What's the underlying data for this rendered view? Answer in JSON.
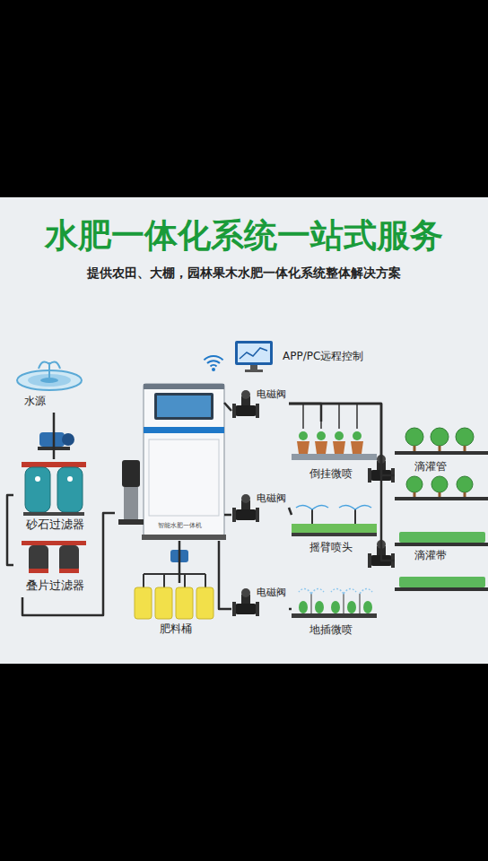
{
  "diagram": {
    "title": "水肥一体化系统一站式服务",
    "nodes": [
      {
        "text": [
          "水源"
        ]
      },
      {
        "text": [
          "砂石过滤器"
        ]
      },
      {
        "text": [
          "叠片过滤器"
        ]
      },
      {
        "text": [
          "智能水肥一体机"
        ]
      },
      {
        "text": [
          "肥料桶"
        ]
      },
      {
        "text": [
          "APP/PC远程控制"
        ]
      },
      {
        "text": [
          "电磁阀"
        ]
      },
      {
        "text": [
          "倒挂微喷"
        ]
      },
      {
        "text": [
          "电磁阀"
        ]
      },
      {
        "text": [
          "摇臂喷头"
        ]
      },
      {
        "text": [
          "电磁阀"
        ]
      },
      {
        "text": [
          "地插微喷"
        ]
      },
      {
        "text": [
          "滴灌管"
        ]
      },
      {
        "text": [
          "滴灌带"
        ]
      }
    ],
    "edges": [
      {
        "from": 0,
        "to": 1,
        "arrow": "none"
      },
      {
        "from": 1,
        "to": 2,
        "arrow": "none"
      },
      {
        "from": 2,
        "to": 3,
        "arrow": "none"
      },
      {
        "from": 4,
        "to": 3,
        "arrow": "none"
      },
      {
        "from": 3,
        "to": 6,
        "arrow": "none"
      },
      {
        "from": 6,
        "to": 7,
        "arrow": "none"
      },
      {
        "from": 6,
        "to": 12,
        "arrow": "none"
      },
      {
        "from": 6,
        "to": 13,
        "arrow": "none"
      },
      {
        "from": 3,
        "to": 8,
        "arrow": "none"
      },
      {
        "from": 8,
        "to": 9,
        "arrow": "none"
      },
      {
        "from": 3,
        "to": 10,
        "arrow": "none"
      },
      {
        "from": 10,
        "to": 11,
        "arrow": "none"
      }
    ],
    "labels": [
      "提供农田、大棚，园林果木水肥一体化系统整体解决方案"
    ]
  }
}
